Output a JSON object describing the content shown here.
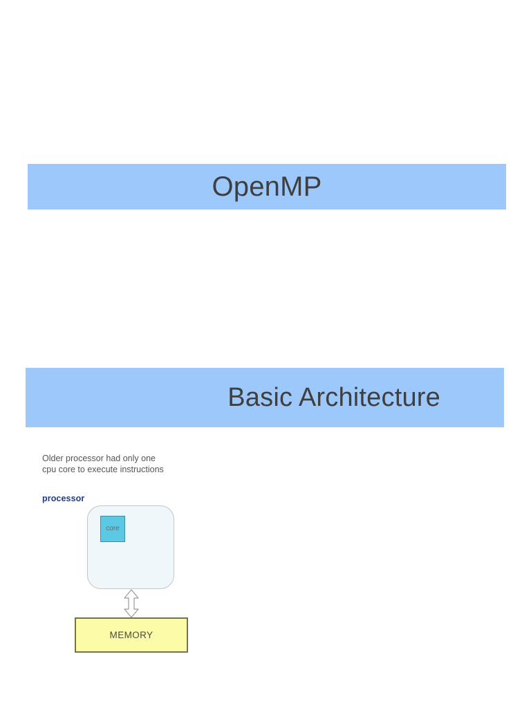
{
  "slide": {
    "background_color": "#FFFFFF",
    "banner_color": "#9DC8FC",
    "title_text_color": "#3F3F3F"
  },
  "banners": [
    {
      "id": "openmp",
      "title": "OpenMP",
      "align": "center"
    },
    {
      "id": "basic-architecture",
      "title": "Basic Architecture",
      "align": "right"
    }
  ],
  "body": {
    "line1": "Older processor had only one",
    "line2": "cpu core to execute instructions"
  },
  "diagram": {
    "processor_label": "processor",
    "processor_label_color": "#1F3C88",
    "processor_fill": "#EFF7FA",
    "processor_border": "#BFC6CA",
    "core_label": "core",
    "core_fill": "#5CC8E4",
    "core_border": "#3A8FA8",
    "memory_label": "MEMORY",
    "memory_fill": "#FCFCA8",
    "memory_border": "#75753F",
    "arrow": "double-headed-vertical-arrow",
    "arrow_fill": "#FFFFFF",
    "arrow_stroke": "#9A9A9A"
  }
}
